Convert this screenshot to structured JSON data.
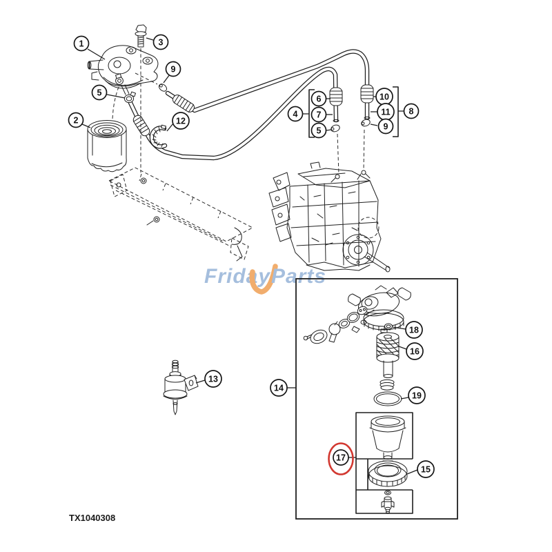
{
  "diagram": {
    "drawing_code": "TX1040308",
    "highlighted_callout": "17",
    "colors": {
      "line": "#1f1f1f",
      "highlight_red": "#d23830",
      "logo_blue": "#9cb8da",
      "logo_orange": "#f0a55e",
      "background": "#ffffff"
    },
    "logo": {
      "friday": "Friday",
      "parts": "Parts"
    },
    "callouts": [
      {
        "label": "1"
      },
      {
        "label": "3"
      },
      {
        "label": "9"
      },
      {
        "label": "5"
      },
      {
        "label": "2"
      },
      {
        "label": "12"
      },
      {
        "label": "6"
      },
      {
        "label": "7"
      },
      {
        "label": "5"
      },
      {
        "label": "4"
      },
      {
        "label": "10"
      },
      {
        "label": "11"
      },
      {
        "label": "9"
      },
      {
        "label": "8"
      },
      {
        "label": "13"
      },
      {
        "label": "14"
      },
      {
        "label": "18"
      },
      {
        "label": "16"
      },
      {
        "label": "19"
      },
      {
        "label": "15"
      },
      {
        "label": "17"
      }
    ]
  }
}
